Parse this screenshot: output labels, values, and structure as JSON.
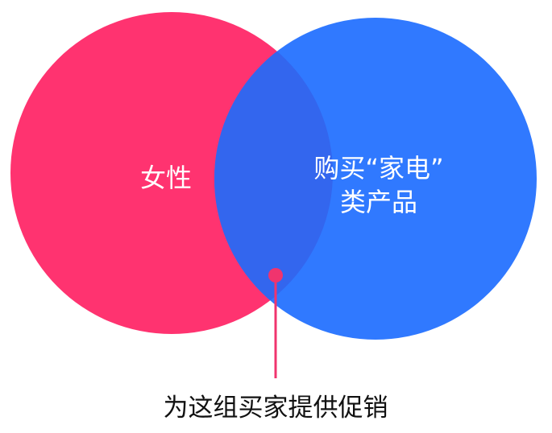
{
  "diagram": {
    "left_circle": {
      "label": "女性",
      "color": "#FF3370"
    },
    "right_circle": {
      "label_line1": "购买“家电”",
      "label_line2": "类产品",
      "color": "#3079FF"
    },
    "overlap_color": "#3366EE",
    "pointer_color": "#F0346E",
    "caption": "为这组买家提供促销"
  }
}
